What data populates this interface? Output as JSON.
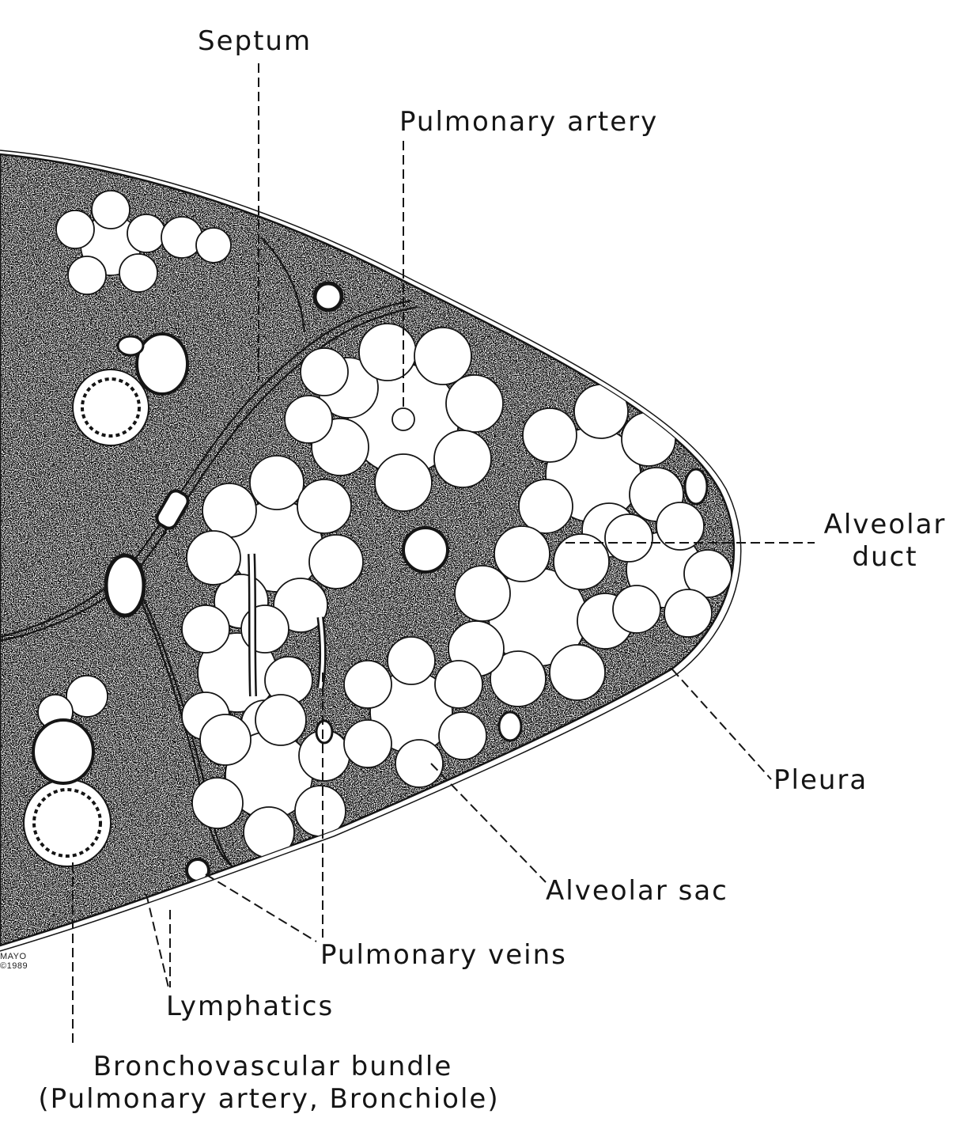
{
  "labels": {
    "septum": "Septum",
    "pulmonary_artery": "Pulmonary artery",
    "alveolar_duct_line1": "Alveolar",
    "alveolar_duct_line2": "duct",
    "pleura": "Pleura",
    "alveolar_sac": "Alveolar sac",
    "pulmonary_veins": "Pulmonary veins",
    "lymphatics": "Lymphatics",
    "bronchovascular_line1": "Bronchovascular bundle",
    "bronchovascular_line2": "(Pulmonary artery, Bronchiole)"
  },
  "credit": {
    "line1": "MAYO",
    "line2": "©1989"
  },
  "colors": {
    "ink": "#151515",
    "paper": "#ffffff"
  }
}
